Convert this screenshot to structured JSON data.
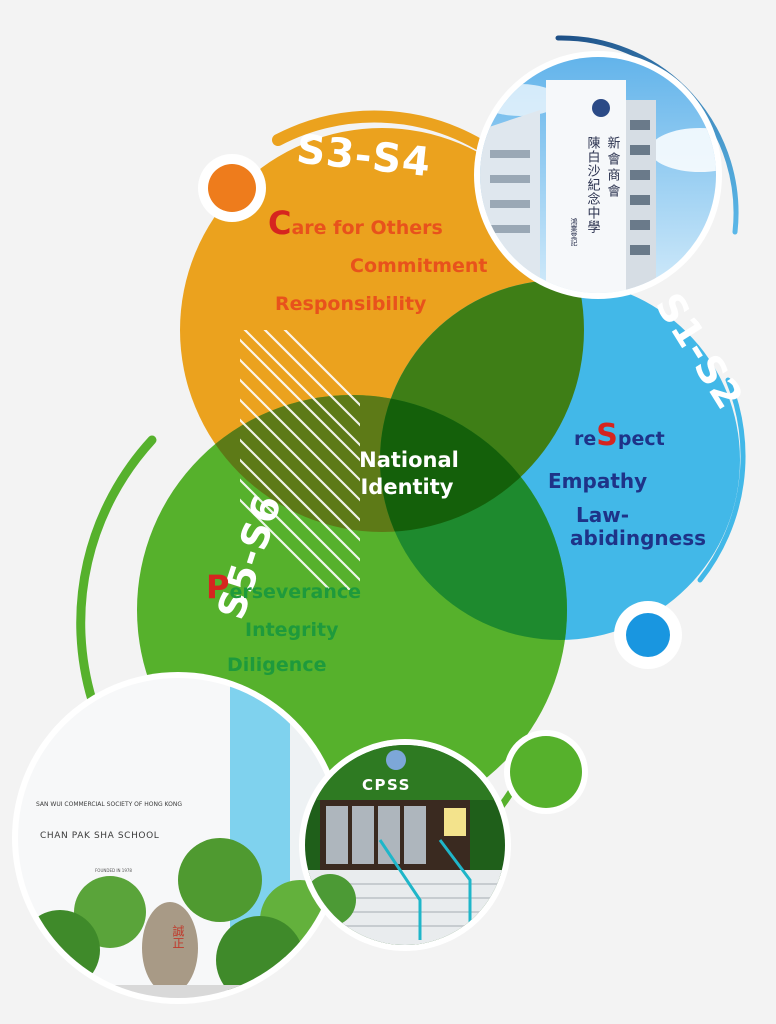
{
  "center_label": [
    "National",
    "Identity"
  ],
  "sections": {
    "s3s4": {
      "badge": "S3-S4",
      "value_initials": [
        "C",
        "",
        ""
      ],
      "value_rests": [
        "are for Others",
        "Commitment",
        "Responsibility"
      ]
    },
    "s1s2": {
      "badge": "S1-S2",
      "value_first": {
        "before": "re",
        "initial": "S",
        "after": "pect"
      },
      "values": [
        "Empathy",
        "Law-",
        "abidingness"
      ]
    },
    "s5s6": {
      "badge": "S5-S6",
      "value_initials": [
        "P",
        "",
        ""
      ],
      "value_rests": [
        "erseverance",
        "Integrity",
        "Diligence"
      ]
    }
  },
  "photo_sign": {
    "line1": "SAN WUI COMMERCIAL SOCIETY OF HONG KONG",
    "line2": "CHAN PAK SHA SCHOOL",
    "line3": "FOUNDED IN 1978",
    "rock_text": "誠正"
  },
  "photo_entrance": {
    "sign": "CPSS"
  },
  "photo_building": {
    "chinese_sign": [
      "新會商會",
      "陳白沙紀念中學"
    ],
    "sub": "鴻業堂記"
  },
  "colors": {
    "orange": "#EBA21E",
    "blue": "#42B8E8",
    "green": "#56B12C",
    "overlap_dark": "#14600A",
    "overlap_mid": "#3E7E16",
    "initial_red": "#D6251F",
    "navy": "#1E3388",
    "green_text": "#1E9A3C",
    "orange_text": "#E8521C"
  },
  "icons": [
    "orange-dot-icon",
    "blue-dot-icon",
    "green-dot-icon",
    "diagonal-stripes-decoration"
  ]
}
